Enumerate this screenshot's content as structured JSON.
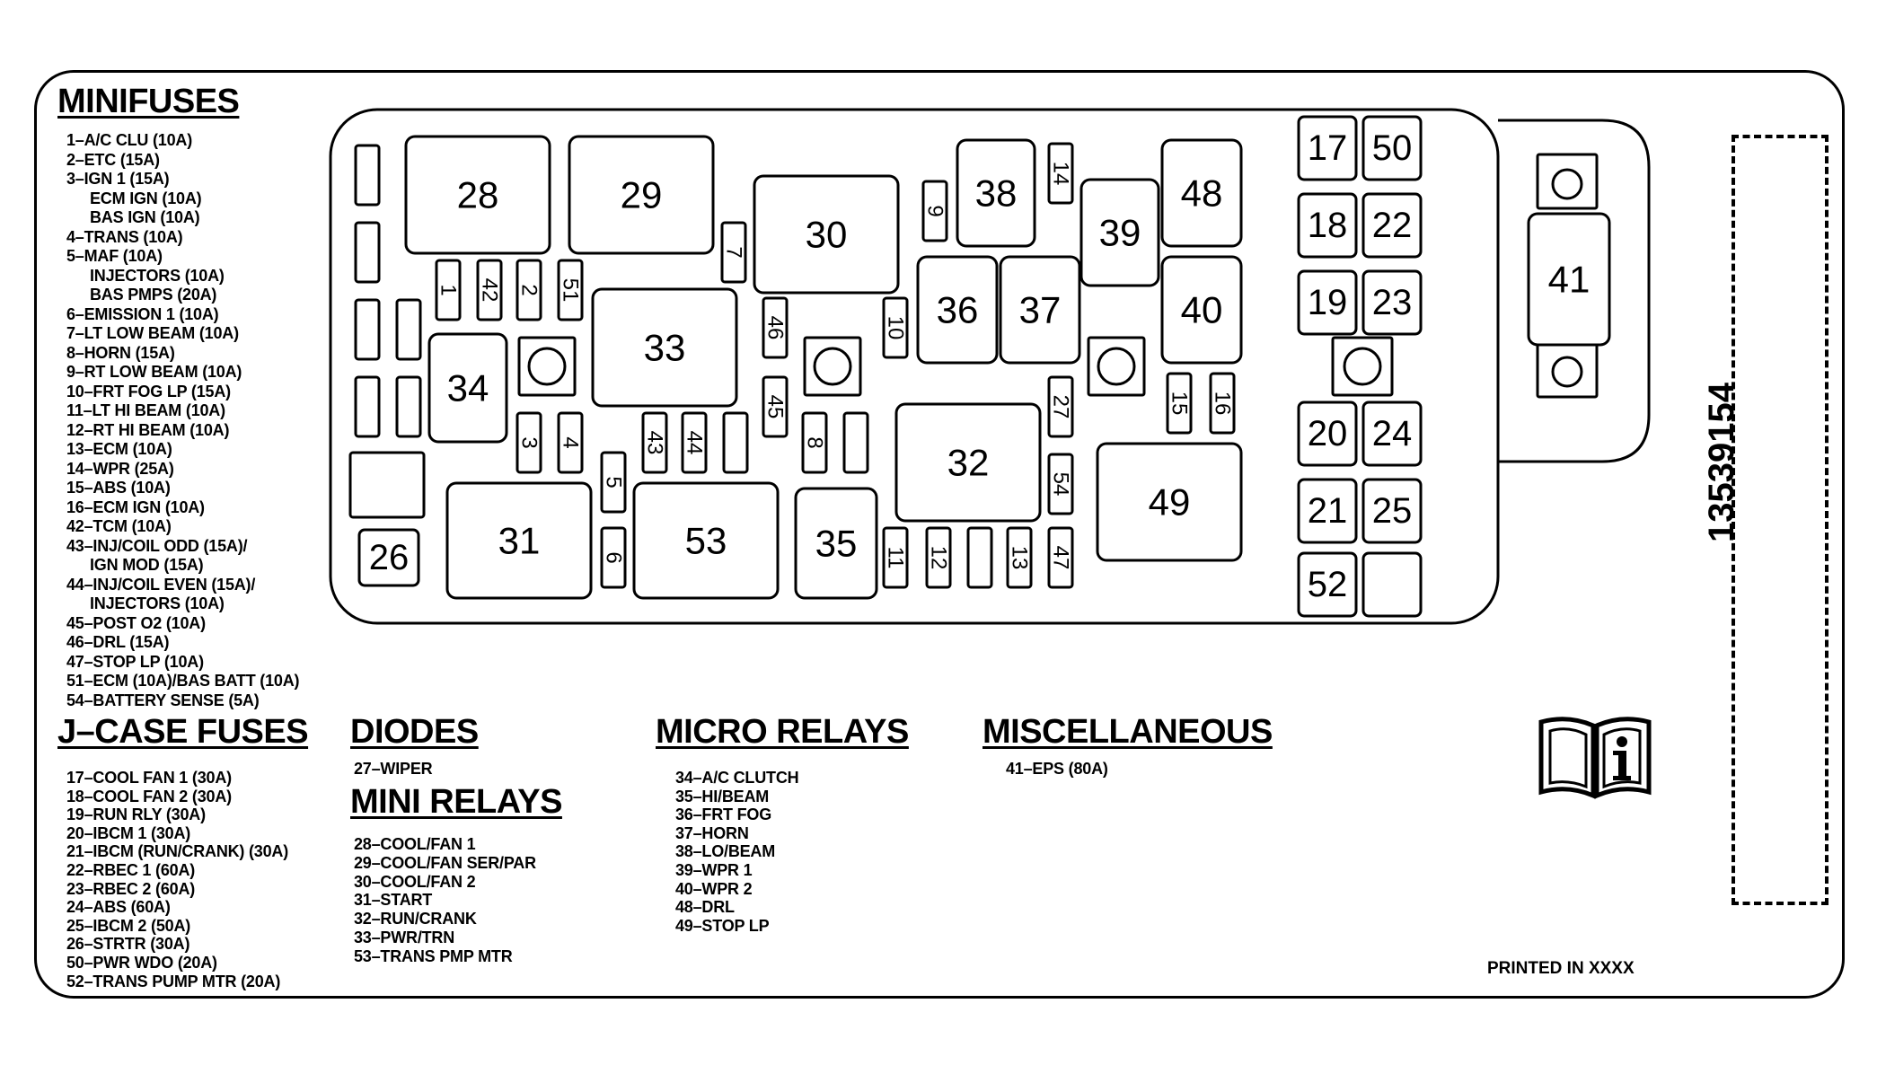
{
  "minifuses": {
    "heading": "MINIFUSES",
    "items": [
      "1–A/C CLU (10A)",
      "2–ETC (15A)",
      "3–IGN 1 (15A)",
      "ECM IGN (10A)",
      "BAS IGN (10A)",
      "4–TRANS (10A)",
      "5–MAF (10A)",
      "INJECTORS (10A)",
      "BAS PMPS (20A)",
      "6–EMISSION 1 (10A)",
      "7–LT LOW BEAM (10A)",
      "8–HORN (15A)",
      "9–RT LOW BEAM (10A)",
      "10–FRT FOG LP (15A)",
      "11–LT HI BEAM (10A)",
      "12–RT HI BEAM (10A)",
      "13–ECM (10A)",
      "14–WPR (25A)",
      "15–ABS (10A)",
      "16–ECM IGN (10A)",
      "42–TCM (10A)",
      "43–INJ/COIL ODD (15A)/",
      "IGN MOD (15A)",
      "44–INJ/COIL EVEN (15A)/",
      "INJECTORS (10A)",
      "45–POST O2 (10A)",
      "46–DRL (15A)",
      "47–STOP LP (10A)",
      "51–ECM (10A)/BAS BATT (10A)",
      "54–BATTERY SENSE (5A)"
    ]
  },
  "jcase": {
    "heading": "J–CASE FUSES",
    "items": [
      "17–COOL FAN 1 (30A)",
      "18–COOL FAN 2 (30A)",
      "19–RUN RLY (30A)",
      "20–IBCM 1 (30A)",
      "21–IBCM (RUN/CRANK) (30A)",
      "22–RBEC 1 (60A)",
      "23–RBEC 2 (60A)",
      "24–ABS (60A)",
      "25–IBCM 2 (50A)",
      "26–STRTR (30A)",
      "50–PWR WDO (20A)",
      "52–TRANS PUMP MTR (20A)"
    ]
  },
  "diodes": {
    "heading": "DIODES",
    "items": [
      "27–WIPER"
    ]
  },
  "mini_relays": {
    "heading": "MINI RELAYS",
    "items": [
      "28–COOL/FAN 1",
      "29–COOL/FAN SER/PAR",
      "30–COOL/FAN 2",
      "31–START",
      "32–RUN/CRANK",
      "33–PWR/TRN",
      "53–TRANS PMP MTR"
    ]
  },
  "micro_relays": {
    "heading": "MICRO RELAYS",
    "items": [
      "34–A/C CLUTCH",
      "35–HI/BEAM",
      "36–FRT FOG",
      "37–HORN",
      "38–LO/BEAM",
      "39–WPR 1",
      "40–WPR 2",
      "48–DRL",
      "49–STOP LP"
    ]
  },
  "misc": {
    "heading": "MISCELLANEOUS",
    "items": [
      "41–EPS (80A)"
    ]
  },
  "part_number": "13539154",
  "printed": "PRINTED IN XXXX",
  "diagram": {
    "relays": [
      "28",
      "29",
      "30",
      "33",
      "34",
      "31",
      "53",
      "35",
      "32",
      "36",
      "37",
      "38",
      "39",
      "40",
      "48",
      "49"
    ],
    "mini_fuses_vertical": [
      "1",
      "42",
      "2",
      "51",
      "7",
      "9",
      "14",
      "46",
      "10",
      "45",
      "3",
      "4",
      "43",
      "44",
      "5",
      "6",
      "8",
      "27",
      "54",
      "15",
      "16",
      "11",
      "12",
      "13",
      "47"
    ],
    "jcase_fuses": [
      "17",
      "50",
      "18",
      "22",
      "19",
      "23",
      "20",
      "24",
      "21",
      "25",
      "52",
      "26"
    ],
    "mega_fuse": "41"
  }
}
